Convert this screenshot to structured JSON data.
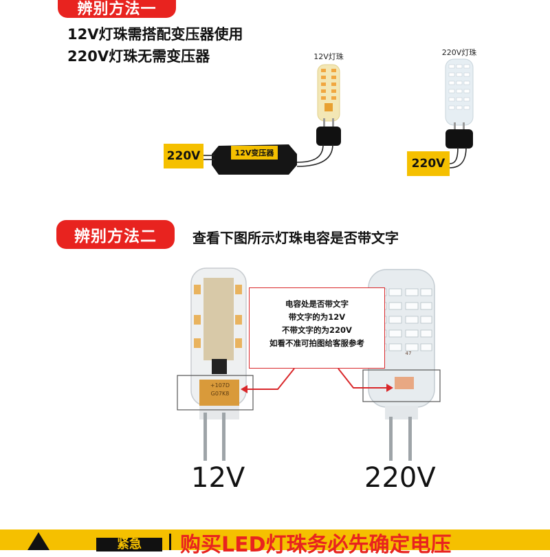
{
  "method1": {
    "label": "辨别方法一",
    "line1": "12V灯珠需搭配变压器使用",
    "line2": "220V灯珠无需变压器"
  },
  "diagram": {
    "bulb12_caption": "12V灯珠",
    "bulb220_caption": "220V灯珠",
    "input_12": "220V",
    "transformer_label": "12V变压器",
    "input_220": "220V"
  },
  "method2": {
    "label": "辨别方法二",
    "title": "查看下图所示灯珠电容是否带文字"
  },
  "note": {
    "line1": "电容处是否带文字",
    "line2": "带文字的为12V",
    "line3": "不带文字的为220V",
    "line4": "如看不准可拍图给客服参考"
  },
  "cap_text": {
    "line1": "+107D",
    "line2": "G07K8"
  },
  "cap_text_220": "47",
  "photo_labels": {
    "left": "12V",
    "right": "220V"
  },
  "footer": {
    "tag": "紧急",
    "text": "购买LED灯珠务必先确定电压"
  },
  "colors": {
    "red": "#e8231f",
    "yellow": "#f5c000",
    "capacitor_orange": "#d99a3a"
  }
}
